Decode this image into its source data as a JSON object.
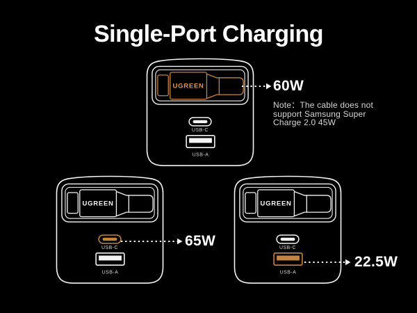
{
  "title": "Single-Port Charging",
  "colors": {
    "background": "#000000",
    "line": "#F5F5F5",
    "accent": "#C28544",
    "accent_bright": "#E89540",
    "text": "#FFFFFF",
    "note_text": "#D6D6D6",
    "port_label": "#D8D8D8"
  },
  "chargers": [
    {
      "name": "top-charger",
      "brand": "UGREEN",
      "usbc_label": "USB-C",
      "usba_label": "USB-A",
      "highlight": "retractable-cable",
      "wattage": "60W"
    },
    {
      "name": "bottom-left-charger",
      "brand": "UGREEN",
      "usbc_label": "USB-C",
      "usba_label": "USB-A",
      "highlight": "usb-c-port",
      "wattage": "65W"
    },
    {
      "name": "bottom-right-charger",
      "brand": "UGREEN",
      "usbc_label": "USB-C",
      "usba_label": "USB-A",
      "highlight": "usb-a-port",
      "wattage": "22.5W"
    }
  ],
  "note": {
    "lines": [
      "Note：The cable does not",
      "support Samsung Super",
      "Charge 2.0 45W"
    ]
  }
}
